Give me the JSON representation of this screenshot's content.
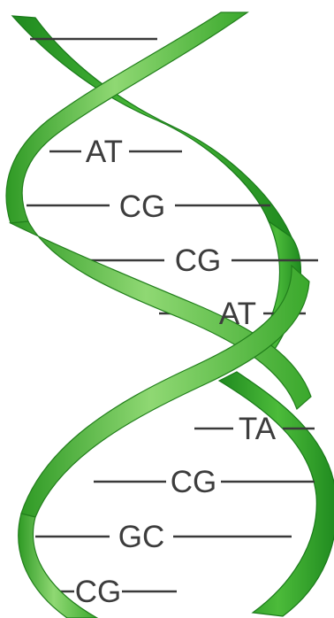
{
  "diagram": {
    "base_pairs": [
      {
        "label": ""
      },
      {
        "label": "AT"
      },
      {
        "label": "CG"
      },
      {
        "label": "CG"
      },
      {
        "label": "AT"
      },
      {
        "label": "TA"
      },
      {
        "label": "CG"
      },
      {
        "label": "GC"
      },
      {
        "label": "CG"
      }
    ],
    "colors": {
      "strand_light": "#8fd873",
      "strand_mid": "#43b232",
      "strand_dark": "#1f8a1f",
      "rung": "#3a3a3a",
      "label": "#3d3d3d"
    }
  }
}
